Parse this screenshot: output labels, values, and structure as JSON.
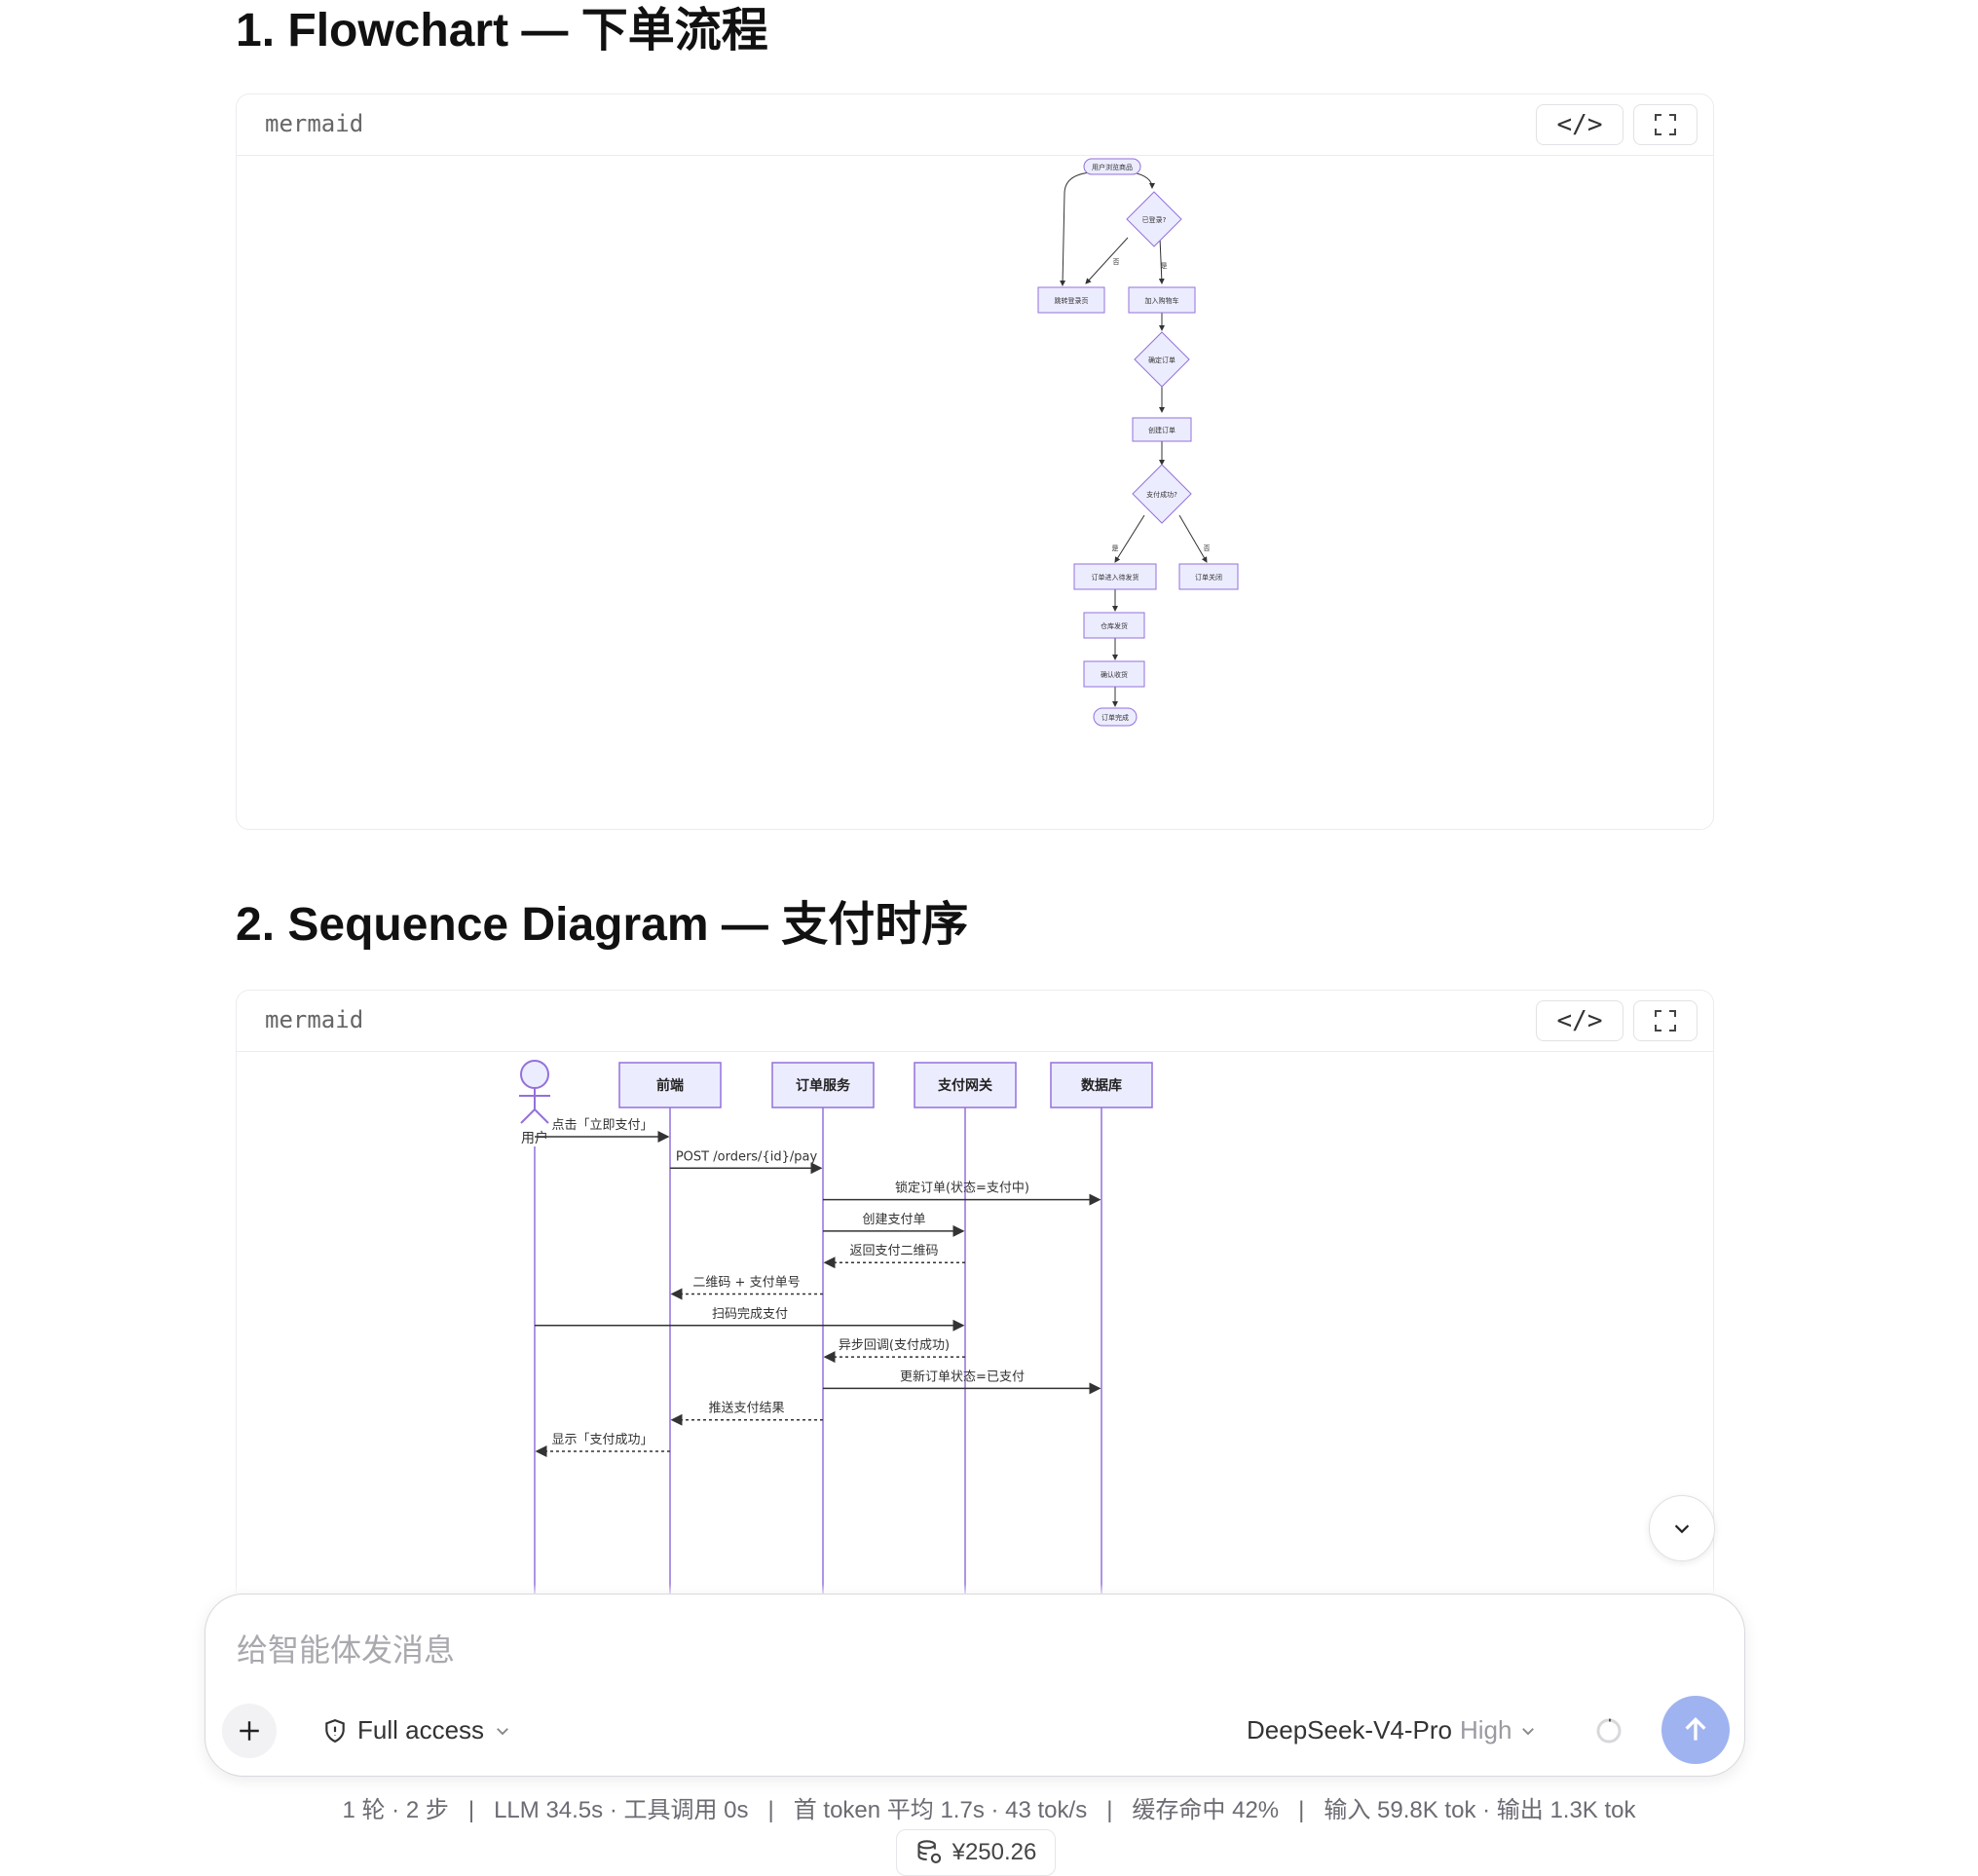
{
  "sections": [
    {
      "title": "1. Flowchart — 下单流程",
      "lang": "mermaid",
      "code_button": "</>"
    },
    {
      "title": "2. Sequence Diagram — 支付时序",
      "lang": "mermaid",
      "code_button": "</>"
    }
  ],
  "flowchart": {
    "nodes": {
      "start": "用户浏览商品",
      "login_check": "已登录?",
      "goto_login": "跳转登录页",
      "add_cart": "加入购物车",
      "confirm": "确定订单",
      "create_order": "创建订单",
      "pay_check": "支付成功?",
      "pending_ship": "订单进入待发货",
      "closed": "订单关闭",
      "ship": "仓库发货",
      "receive": "确认收货",
      "done": "订单完成"
    },
    "edges": {
      "no": "否",
      "yes": "是"
    }
  },
  "sequence": {
    "actor": "用户",
    "participants": [
      "前端",
      "订单服务",
      "支付网关",
      "数据库"
    ],
    "messages": [
      "点击「立即支付」",
      "POST /orders/{id}/pay",
      "锁定订单(状态=支付中)",
      "创建支付单",
      "返回支付二维码",
      "二维码 + 支付单号",
      "扫码完成支付",
      "异步回调(支付成功)",
      "更新订单状态=已支付",
      "推送支付结果",
      "显示「支付成功」"
    ]
  },
  "composer": {
    "placeholder": "给智能体发消息",
    "access": "Full access",
    "model": "DeepSeek-V4-Pro",
    "level": "High"
  },
  "stats": {
    "line": "1 轮 · 2 步   |   LLM 34.5s · 工具调用 0s   |   首 token 平均 1.7s · 43 tok/s   |   缓存命中 42%   |   输入 59.8K tok · 输出 1.3K tok",
    "cost": "¥250.26"
  },
  "colors": {
    "node_fill": "#ececff",
    "node_stroke": "#9370db",
    "accent_send": "#9fb3f0"
  }
}
